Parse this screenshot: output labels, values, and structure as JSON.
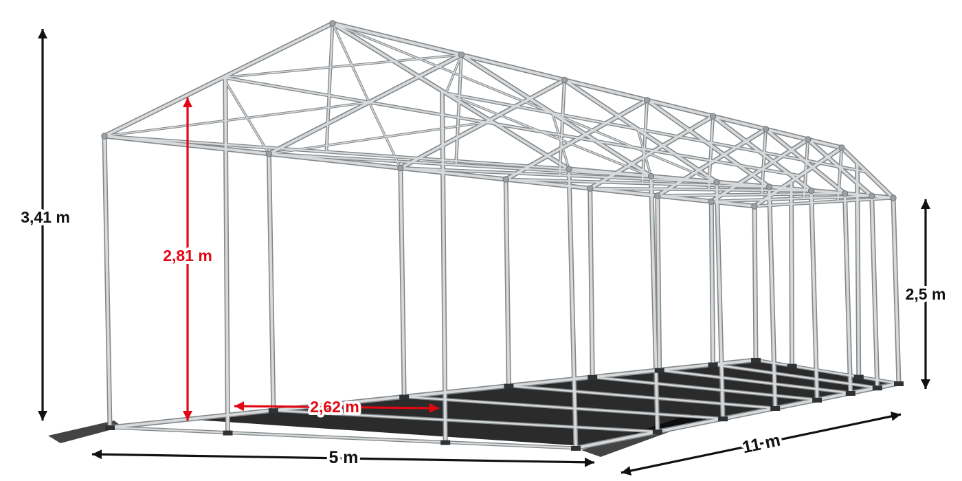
{
  "diagram": {
    "type": "tent-frame-dimension-diagram",
    "dimensions": {
      "total_height": {
        "label": "3,41 m"
      },
      "entrance_height": {
        "label": "2,81 m"
      },
      "side_height": {
        "label": "2,5 m"
      },
      "entrance_width": {
        "label": "2,62 m"
      },
      "width": {
        "label": "5 m"
      },
      "length": {
        "label": "11 m"
      }
    },
    "colors": {
      "dimension_black": "#111111",
      "dimension_red": "#e30613",
      "frame_dark": "#82878a",
      "frame_light": "#d7d9da",
      "shadow": "#060606",
      "background": "#ffffff"
    }
  }
}
